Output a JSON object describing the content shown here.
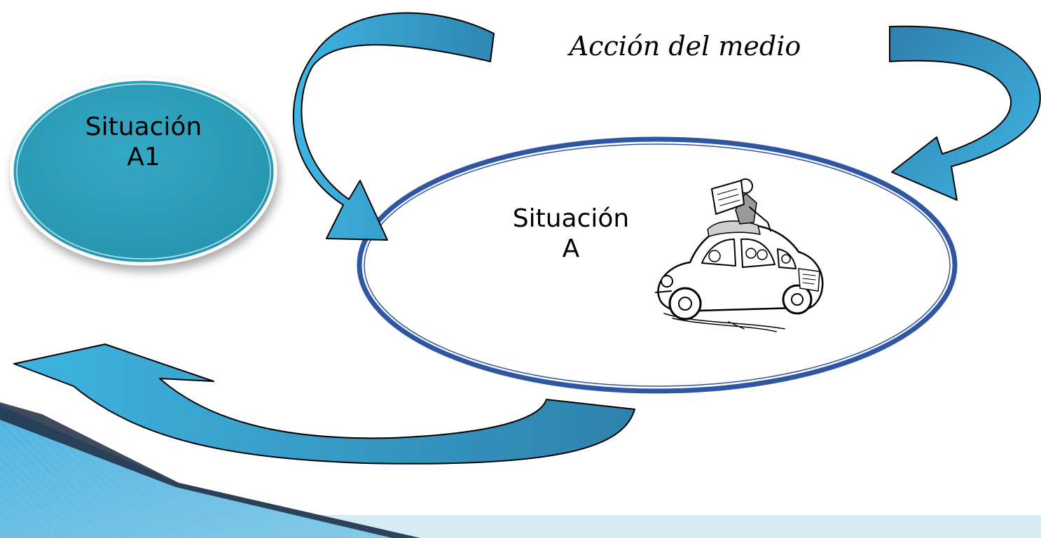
{
  "diagram": {
    "node_a1": {
      "label": "Situación\nA1"
    },
    "node_a": {
      "label": "Situación\nA"
    },
    "environment_action": {
      "label": "Acción del medio"
    },
    "illustration": {
      "subject": "car with people reading newspapers"
    },
    "colors": {
      "arrow_fill": "#3aaed8",
      "arrow_dark": "#2e7fa8",
      "circle_fill": "#2ea3be",
      "ellipse_stroke": "#2f56a3",
      "footer_band": "#5ab7e0"
    }
  }
}
